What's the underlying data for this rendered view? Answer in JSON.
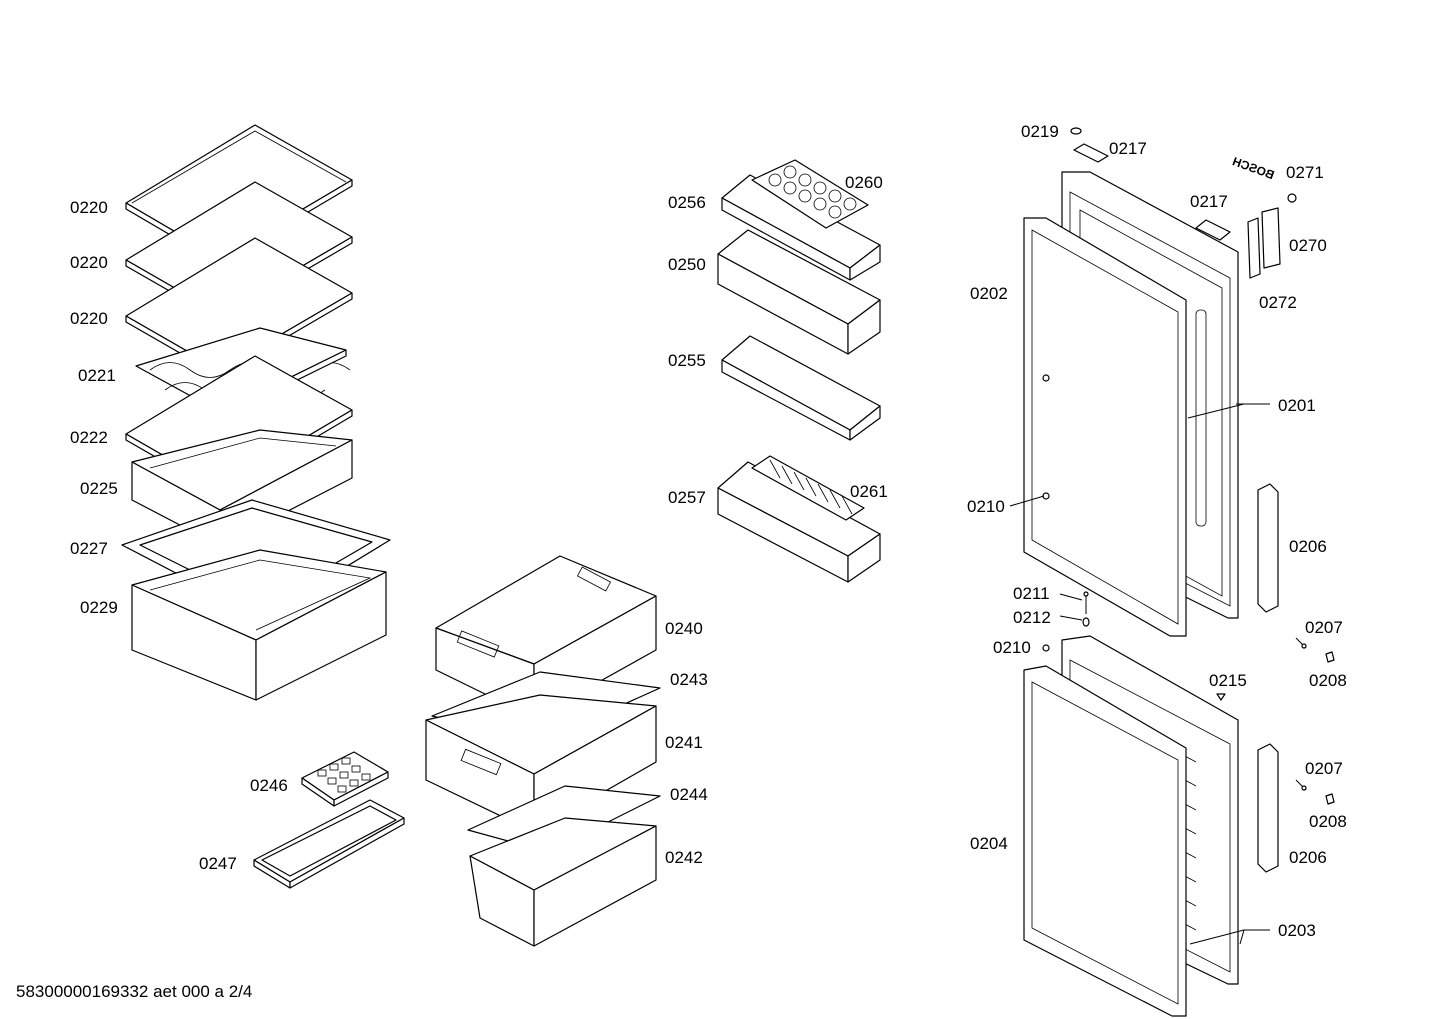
{
  "document_id": "58300000169332 aet 000 a 2/4",
  "labels": {
    "shelf_a": "0220",
    "shelf_b": "0220",
    "shelf_c": "0220",
    "bottle_rack": "0221",
    "shelf_glass": "0222",
    "tray": "0225",
    "frame": "0227",
    "crisper": "0229",
    "drawer_top": "0240",
    "drawer_top_cover": "0243",
    "drawer_mid": "0241",
    "drawer_mid_cover": "0244",
    "drawer_bottom": "0242",
    "ice_tray": "0246",
    "ice_pan": "0247",
    "shelf_egg": "0256",
    "egg_insert": "0260",
    "shelf_250": "0250",
    "shelf_255": "0255",
    "shelf_257": "0257",
    "insert_261": "0261",
    "cap": "0219",
    "hinge_cover_a": "0217",
    "hinge_cover_b": "0217",
    "logo": "0271",
    "handle_panel": "0270",
    "panel_cover": "0272",
    "gasket_upper": "0202",
    "door_upper": "0201",
    "bearing_upper": "0210",
    "handle_upper": "0206",
    "screw": "0211",
    "washer": "0212",
    "bearing_lower": "0210",
    "screw_upper": "0207",
    "nut_upper": "0208",
    "pin": "0215",
    "screw_lower": "0207",
    "nut_lower": "0208",
    "gasket_lower": "0204",
    "handle_lower": "0206",
    "door_lower": "0203"
  },
  "logo_text": "BOSCH"
}
